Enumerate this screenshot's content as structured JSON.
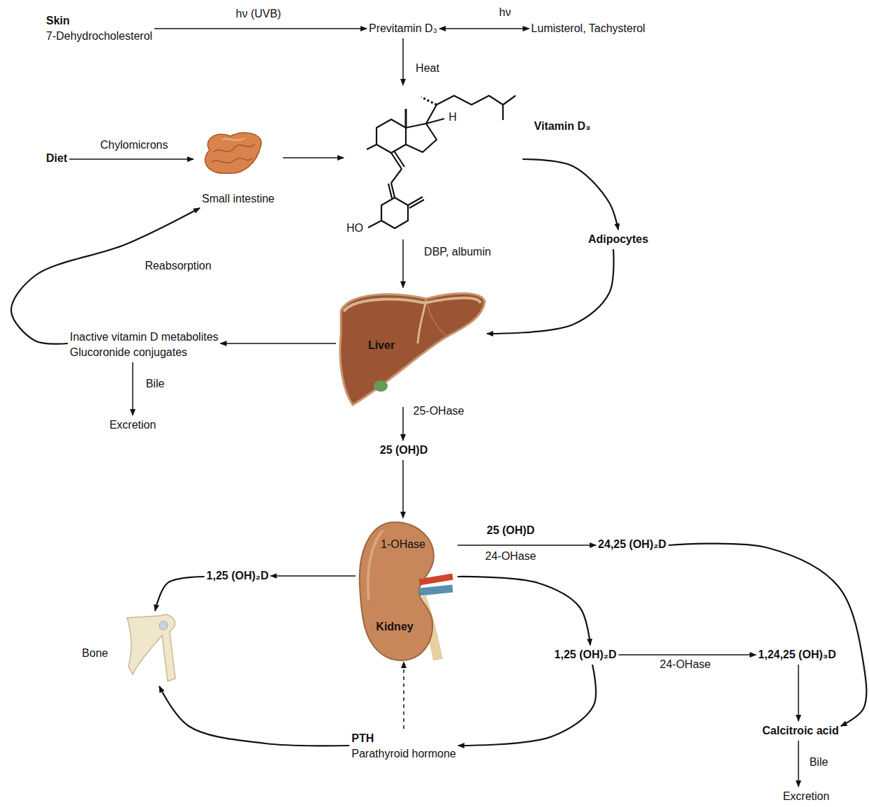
{
  "diagram": {
    "nodes": [
      {
        "text": [
          "Skin",
          "7-Dehydrocholesterol"
        ]
      },
      {
        "text": [
          "Previtamin D₃"
        ]
      },
      {
        "text": [
          "Lumisterol, Tachysterol"
        ]
      },
      {
        "text": [
          "Diet"
        ]
      },
      {
        "text": [
          "Small intestine"
        ]
      },
      {
        "text": [
          "Vitamin D₃"
        ]
      },
      {
        "text": [
          "Adipocytes"
        ]
      },
      {
        "text": [
          "Liver"
        ]
      },
      {
        "text": [
          "Inactive vitamin D metabolites",
          "Glucoronide conjugates"
        ]
      },
      {
        "text": [
          "Excretion"
        ]
      },
      {
        "text": [
          "25 (OH)D"
        ]
      },
      {
        "text": [
          "1-OHase",
          "Kidney"
        ]
      },
      {
        "text": [
          "1,25 (OH)₂D"
        ]
      },
      {
        "text": [
          "Bone"
        ]
      },
      {
        "text": [
          "24,25 (OH)₂D"
        ]
      },
      {
        "text": [
          "1,25 (OH)₂D"
        ]
      },
      {
        "text": [
          "1,24,25 (OH)₃D"
        ]
      },
      {
        "text": [
          "Calcitroic acid"
        ]
      },
      {
        "text": [
          "Excretion"
        ]
      },
      {
        "text": [
          "PTH",
          "Parathyroid hormone"
        ]
      }
    ],
    "edges": [
      {
        "from": 0,
        "to": 1,
        "arrow": "to",
        "label": "hν (UVB)"
      },
      {
        "from": 1,
        "to": 2,
        "arrow": "both",
        "label": "hν"
      },
      {
        "from": 1,
        "to": 5,
        "arrow": "to",
        "label": "Heat"
      },
      {
        "from": 3,
        "to": 4,
        "arrow": "to",
        "label": "Chylomicrons"
      },
      {
        "from": 4,
        "to": 5,
        "arrow": "to"
      },
      {
        "from": 5,
        "to": 6,
        "arrow": "to"
      },
      {
        "from": 6,
        "to": 7,
        "arrow": "to"
      },
      {
        "from": 5,
        "to": 7,
        "arrow": "to",
        "label": "DBP, albumin"
      },
      {
        "from": 7,
        "to": 8,
        "arrow": "to"
      },
      {
        "from": 8,
        "to": 9,
        "arrow": "to",
        "label": "Bile"
      },
      {
        "from": 8,
        "to": 4,
        "arrow": "to",
        "label": "Reabsorption"
      },
      {
        "from": 7,
        "to": 10,
        "arrow": "to",
        "label": "25-OHase"
      },
      {
        "from": 10,
        "to": 11,
        "arrow": "to"
      },
      {
        "from": 11,
        "to": 12,
        "arrow": "to"
      },
      {
        "from": 12,
        "to": 13,
        "arrow": "to"
      },
      {
        "from": 11,
        "to": 14,
        "arrow": "to",
        "label": "24-OHase"
      },
      {
        "from": 11,
        "to": 15,
        "arrow": "to"
      },
      {
        "from": 15,
        "to": 16,
        "arrow": "to",
        "label": "24-OHase"
      },
      {
        "from": 16,
        "to": 17,
        "arrow": "to"
      },
      {
        "from": 14,
        "to": 17,
        "arrow": "to"
      },
      {
        "from": 17,
        "to": 18,
        "arrow": "to",
        "label": "Bile"
      },
      {
        "from": 15,
        "to": 19,
        "arrow": "to"
      },
      {
        "from": 19,
        "to": 13,
        "arrow": "to"
      },
      {
        "from": 19,
        "to": 11,
        "arrow": "to"
      }
    ],
    "labels": [
      "H",
      "HO",
      "25 (OH)D"
    ]
  }
}
